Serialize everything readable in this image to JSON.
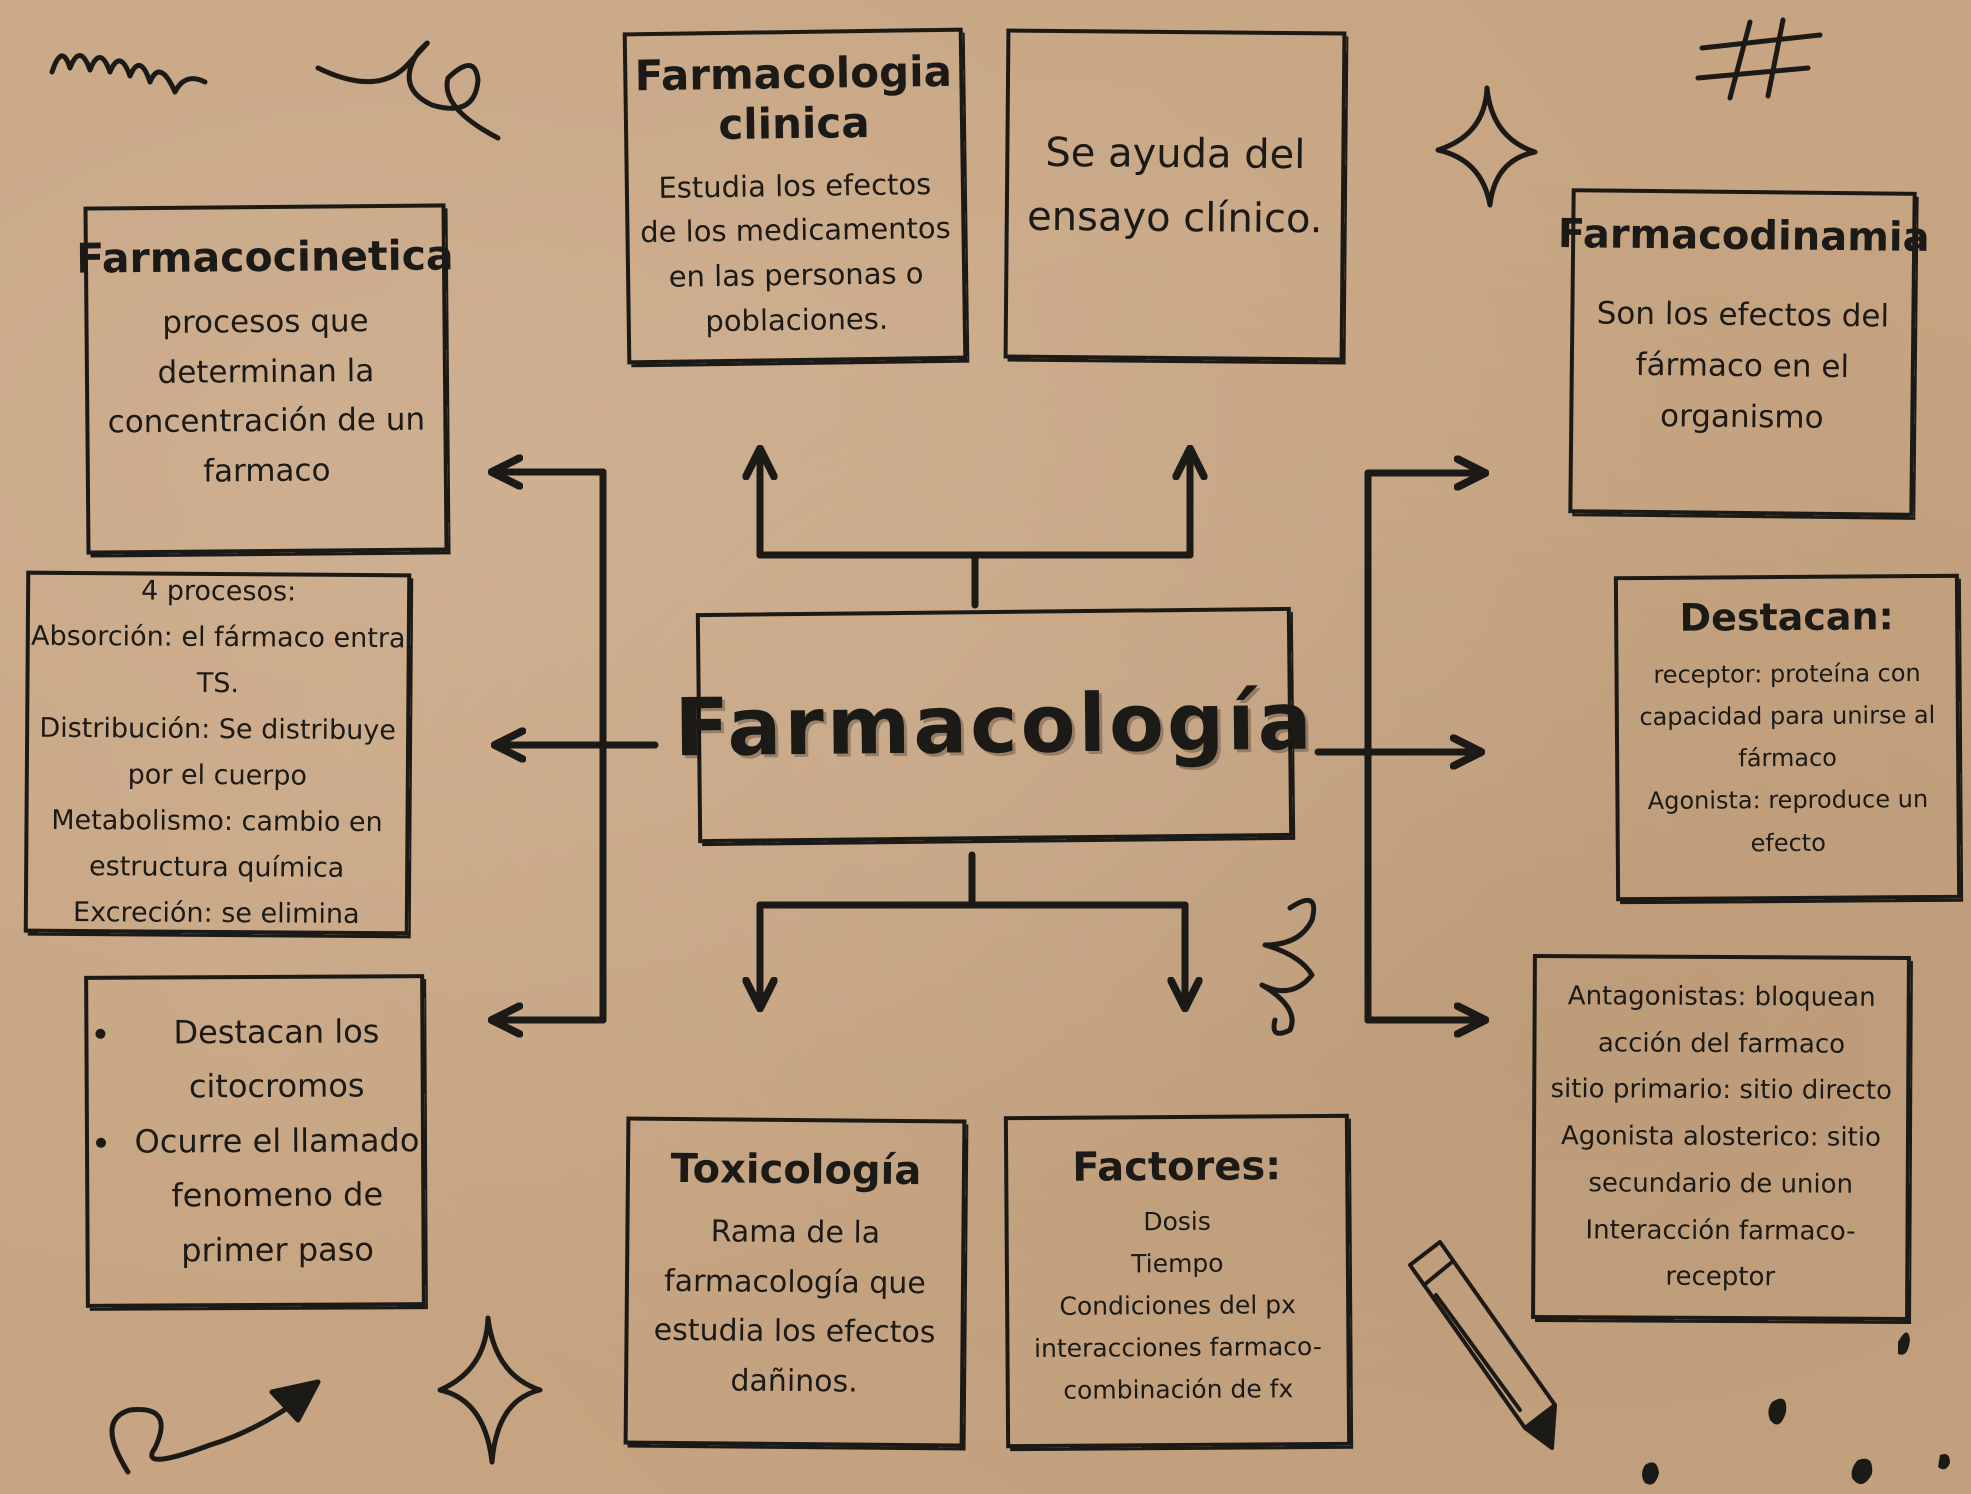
{
  "central": {
    "title": "Farmacología"
  },
  "clinica": {
    "title_lines": [
      "Farmacologia",
      "clinica"
    ],
    "body_lines": [
      "Estudia los efectos",
      "de los medicamentos",
      "en las personas o",
      "poblaciones."
    ]
  },
  "ensayo": {
    "body_lines": [
      "Se ayuda del",
      "ensayo clínico."
    ]
  },
  "farmacocinetica": {
    "title": "Farmacocinetica",
    "body_lines": [
      "procesos que",
      "determinan la",
      "concentración de un",
      "farmaco"
    ]
  },
  "procesos": {
    "lines": [
      "4 procesos:",
      "Absorción: el fármaco entra",
      "TS.",
      "Distribución: Se distribuye",
      "por el cuerpo",
      "Metabolismo: cambio en",
      "estructura química",
      "Excreción: se elimina"
    ]
  },
  "citocromos": {
    "bullets": [
      "Destacan los citocromos",
      "Ocurre el llamado fenomeno de primer paso"
    ]
  },
  "toxicologia": {
    "title": "Toxicología",
    "body_lines": [
      "Rama de la",
      "farmacología que",
      "estudia los efectos",
      "dañinos."
    ]
  },
  "factores": {
    "title": "Factores:",
    "body_lines": [
      "Dosis",
      "Tiempo",
      "Condiciones del px",
      "interacciones farmaco-",
      "combinación de fx"
    ]
  },
  "farmacodinamia": {
    "title": "Farmacodinamia",
    "body_lines": [
      "Son los efectos del",
      "fármaco en el",
      "organismo"
    ]
  },
  "destacan": {
    "title": "Destacan:",
    "body_lines": [
      "receptor: proteína con",
      "capacidad para unirse al",
      "fármaco",
      "Agonista: reproduce un",
      "efecto"
    ]
  },
  "antagonistas": {
    "body_lines": [
      "Antagonistas: bloquean",
      "acción del farmaco",
      "sitio primario: sitio directo",
      "Agonista alosterico: sitio",
      "secundario de union",
      "Interacción farmaco-",
      "receptor"
    ]
  },
  "colors": {
    "background": "#c7a582",
    "ink": "#1c1a17"
  },
  "decorations": [
    "squiggle-doodle",
    "loop-doodle",
    "hash-doodle",
    "sparkle-doodle",
    "spiral-doodle",
    "pencil-icon",
    "curved-arrow-doodle",
    "ink-drops-doodle"
  ]
}
